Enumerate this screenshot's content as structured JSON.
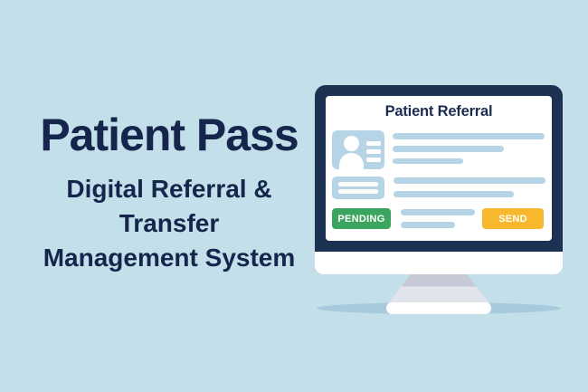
{
  "hero": {
    "title": "Patient Pass",
    "subtitle_lines": [
      "Digital Referral &",
      "Transfer",
      "Management System"
    ]
  },
  "monitor": {
    "screen_title": "Patient Referral",
    "pending_label": "PENDING",
    "send_label": "SEND"
  },
  "icons": {
    "patient_avatar": "person-silhouette-in-id-card",
    "notes_card": "text-lines-card"
  },
  "colors": {
    "background": "#c3dfe9",
    "monitor_bezel_navy": "#1d3152",
    "text_navy": "#15254c",
    "skeleton_blue": "#b5d4e6",
    "pending_green": "#3ba55f",
    "send_yellow": "#f8b82e",
    "shadow_blue": "#a7cbdc",
    "stand_gray_dark": "#c7cad6",
    "stand_gray_light": "#e2e4eb"
  }
}
